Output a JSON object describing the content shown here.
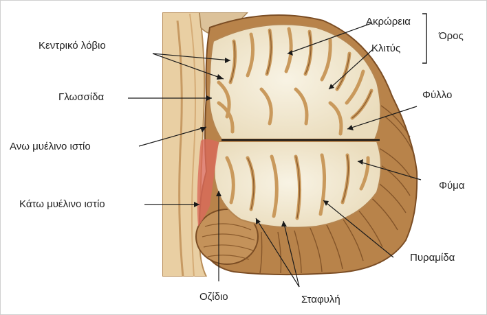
{
  "colors": {
    "background": "#ffffff",
    "text": "#222222",
    "leader": "#1a1a1a",
    "tissue_outer": "#b8834a",
    "tissue_dark": "#7b4d24",
    "white_matter": "#f3ecd8",
    "cortex": "#c9995c",
    "brainstem": "#e9cfa3"
  },
  "labels": {
    "central_lobule": "Κεντρικό λόβιο",
    "lingula": "Γλωσσίδα",
    "superior_velum": "Ανω μυέλινο ιστίο",
    "inferior_velum": "Κάτω μυέλινο ιστίο",
    "nodule": "Οζίδιο",
    "uvula": "Σταφυλή",
    "pyramid": "Πυραμίδα",
    "tuber": "Φύμα",
    "folium": "Φύλλο",
    "declive": "Κλιτύς",
    "culmen": "Ακρώρεια",
    "monticulus": "Όρος"
  }
}
